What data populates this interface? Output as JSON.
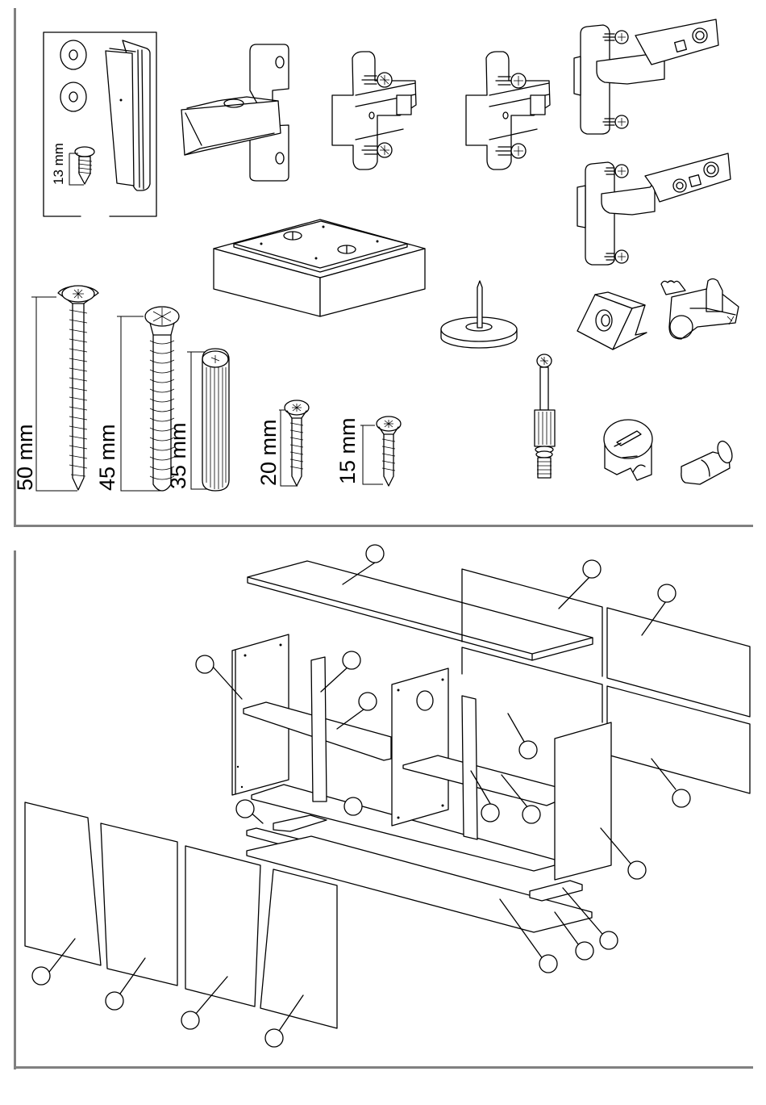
{
  "sheet": {
    "title": "Assembly instruction sheet – hardware and parts overview",
    "frame_color": "#808080",
    "line_color": "#000000"
  },
  "hardware_panel": {
    "bag_items": {
      "washers": 2,
      "screw_length_label": "13 mm",
      "clip": "spring-clip"
    },
    "items": [
      {
        "id": "cabinet-hinge-straight",
        "name": "cabinet hinge"
      },
      {
        "id": "mounting-plate-1",
        "name": "hinge mounting plate"
      },
      {
        "id": "mounting-plate-2",
        "name": "hinge mounting plate"
      },
      {
        "id": "concealed-hinge-1",
        "name": "concealed hinge"
      },
      {
        "id": "concealed-hinge-2",
        "name": "concealed hinge"
      },
      {
        "id": "foot-block",
        "name": "square foot block"
      },
      {
        "id": "felt-glide",
        "name": "nail-in glide"
      },
      {
        "id": "corner-bracket",
        "name": "corner bracket"
      },
      {
        "id": "shelf-support-clip",
        "name": "shelf support clip"
      },
      {
        "id": "cam-bolt",
        "name": "cam bolt with dowel"
      },
      {
        "id": "cam-lock",
        "name": "cam lock"
      },
      {
        "id": "shelf-pin",
        "name": "shelf pin"
      }
    ],
    "screws": [
      {
        "id": "screw-50",
        "label": "50 mm"
      },
      {
        "id": "screw-45",
        "label": "45 mm"
      },
      {
        "id": "dowel-35",
        "label": "35 mm"
      },
      {
        "id": "screw-20",
        "label": "20 mm"
      },
      {
        "id": "screw-15",
        "label": "15 mm"
      }
    ]
  },
  "parts_panel": {
    "callouts_count": 22,
    "callout_label": ""
  }
}
